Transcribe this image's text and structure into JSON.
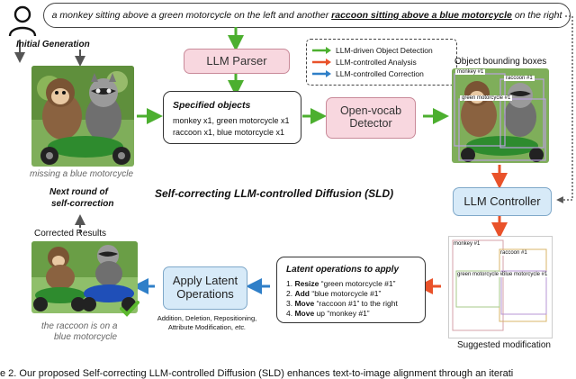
{
  "prompt": {
    "prefix": "a monkey sitting above a green motorcycle on the left and another ",
    "highlight": "raccoon sitting above a blue motorcycle",
    "suffix": " on the right"
  },
  "labels": {
    "initial_generation": "Initial Generation",
    "missing": "missing a blue motorcycle",
    "next_round": "Next round of",
    "self_correction": "self-correction",
    "corrected_results": "Corrected Results",
    "raccoon_on_blue_1": "the raccoon is on a",
    "raccoon_on_blue_2": "blue motorcycle",
    "center_title": "Self-correcting LLM-controlled Diffusion (SLD)",
    "object_bboxes": "Object bounding boxes",
    "suggested_modification": "Suggested modification"
  },
  "boxes": {
    "llm_parser": "LLM Parser",
    "open_vocab_1": "Open-vocab",
    "open_vocab_2": "Detector",
    "llm_controller": "LLM Controller",
    "apply_latent_1": "Apply Latent",
    "apply_latent_2": "Operations"
  },
  "specified": {
    "title": "Specified objects",
    "line1": "monkey x1, green motorcycle x1",
    "line2": "raccoon x1, blue motorcycle x1"
  },
  "legend": [
    {
      "label": "LLM-driven Object Detection",
      "color": "#4caf2f"
    },
    {
      "label": "LLM-controlled Analysis",
      "color": "#e9522a"
    },
    {
      "label": "LLM-controlled Correction",
      "color": "#2f7fc8"
    }
  ],
  "latent_ops": {
    "title": "Latent operations to apply",
    "items": [
      {
        "num": "1.",
        "verb": "Resize",
        "rest": " “green motorcycle #1”"
      },
      {
        "num": "2.",
        "verb": "Add",
        "rest": " “blue motorcycle #1”"
      },
      {
        "num": "3.",
        "verb": "Move",
        "rest": " “raccoon #1” to the right"
      },
      {
        "num": "4.",
        "verb": "Move",
        "rest": " up “monkey #1”"
      }
    ]
  },
  "ops_list": {
    "line1": "Addition, Deletion, Repositioning,",
    "line2": "Attribute Modification,",
    "etc": "etc."
  },
  "bbox_tags": {
    "monkey": "monkey #1",
    "raccoon": "raccoon #1",
    "green": "green motorcycle #1",
    "blue": "blue motorcycle #1"
  },
  "figure_caption": "e 2.  Our proposed Self-correcting LLM-controlled Diffusion (SLD) enhances text-to-image alignment through an iterati"
}
